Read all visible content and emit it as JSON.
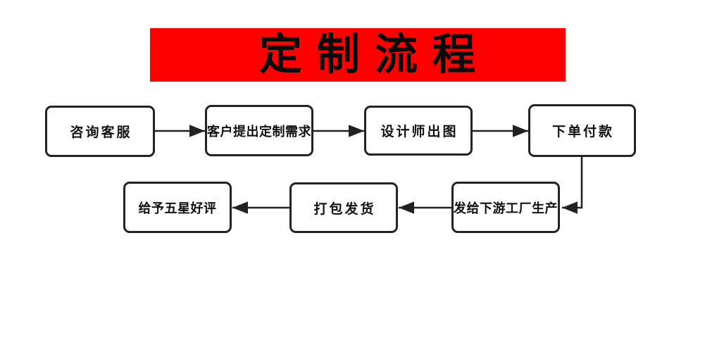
{
  "title": {
    "text": "定制流程",
    "banner_color": "#fe0000",
    "text_color": "#0a0a0a"
  },
  "flow": {
    "line_color": "#222222",
    "box_background": "#ffffff",
    "nodes": [
      {
        "label": "咨询客服"
      },
      {
        "label": "客户提出定制需求"
      },
      {
        "label": "设计师出图"
      },
      {
        "label": "下单付款"
      },
      {
        "label": "发给下游工厂生产"
      },
      {
        "label": "打包发货"
      },
      {
        "label": "给予五星好评"
      }
    ],
    "edges": [
      {
        "from": "咨询客服",
        "to": "客户提出定制需求"
      },
      {
        "from": "客户提出定制需求",
        "to": "设计师出图"
      },
      {
        "from": "设计师出图",
        "to": "下单付款"
      },
      {
        "from": "下单付款",
        "to": "发给下游工厂生产"
      },
      {
        "from": "发给下游工厂生产",
        "to": "打包发货"
      },
      {
        "from": "打包发货",
        "to": "给予五星好评"
      }
    ]
  }
}
